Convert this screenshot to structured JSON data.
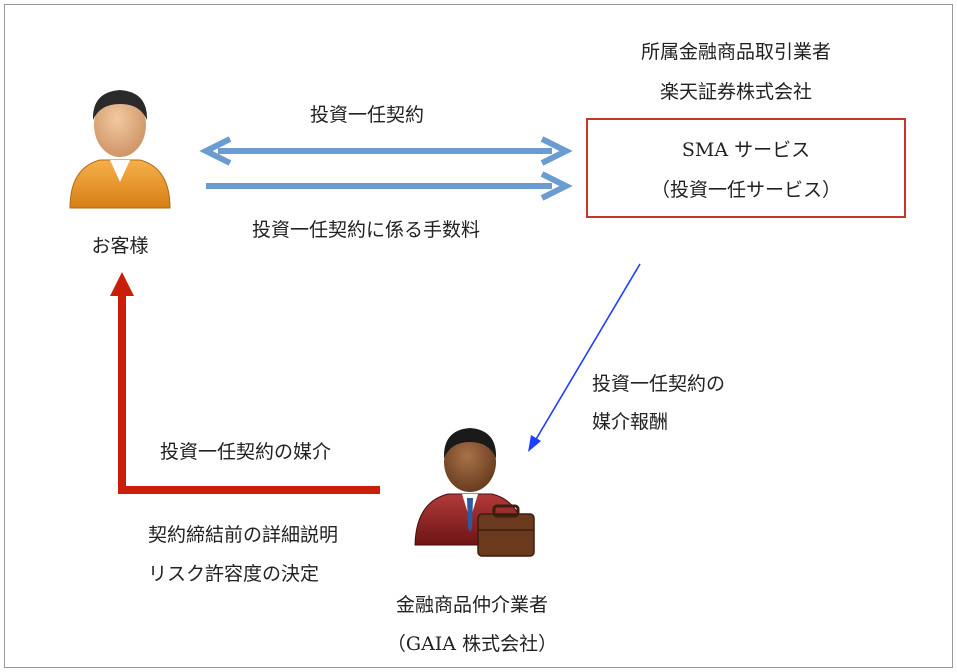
{
  "customer": {
    "label": "お客様"
  },
  "firm": {
    "heading_line1": "所属金融商品取引業者",
    "heading_line2": "楽天証券株式会社",
    "service_line1": "SMA サービス",
    "service_line2": "（投資一任サービス）"
  },
  "broker": {
    "line1": "金融商品仲介業者",
    "line2": "（GAIA 株式会社）"
  },
  "flows": {
    "contract": "投資一任契約",
    "fee": "投資一任契約に係る手数料",
    "commission_line1": "投資一任契約の",
    "commission_line2": "媒介報酬",
    "intermediation": "投資一任契約の媒介",
    "duty_line1": "契約締結前の詳細説明",
    "duty_line2": "リスク許容度の決定"
  },
  "colors": {
    "blue_arrow": "#6a9bd1",
    "thin_arrow": "#1f3fff",
    "red_arrow": "#c81e0a",
    "box_border": "#c0392b"
  }
}
